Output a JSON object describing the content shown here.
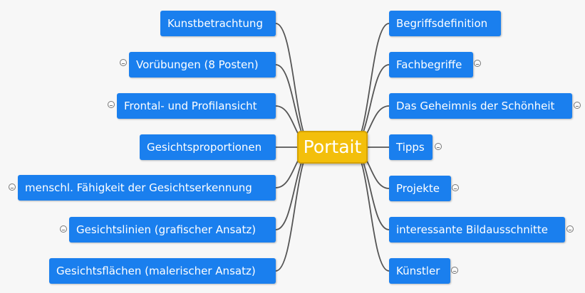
{
  "center": {
    "label": "Portait"
  },
  "colors": {
    "node": "#1a7fee",
    "center": "#f3bf0b",
    "link": "#555555",
    "background": "#f7f7f7"
  },
  "left_branches": [
    {
      "label": "Kunstbetrachtung",
      "marker": false
    },
    {
      "label": "Vorübungen (8 Posten)",
      "marker": true
    },
    {
      "label": "Frontal- und Profilansicht",
      "marker": true
    },
    {
      "label": "Gesichtsproportionen",
      "marker": false
    },
    {
      "label": "menschl. Fähigkeit der Gesichtserkennung",
      "marker": true
    },
    {
      "label": "Gesichtslinien (grafischer Ansatz)",
      "marker": true
    },
    {
      "label": "Gesichtsflächen (malerischer Ansatz)",
      "marker": false
    }
  ],
  "right_branches": [
    {
      "label": "Begriffsdefinition",
      "marker": false
    },
    {
      "label": "Fachbegriffe",
      "marker": true
    },
    {
      "label": "Das Geheimnis der Schönheit",
      "marker": true
    },
    {
      "label": "Tipps",
      "marker": true
    },
    {
      "label": "Projekte",
      "marker": true
    },
    {
      "label": "interessante Bildausschnitte",
      "marker": true
    },
    {
      "label": "Künstler",
      "marker": true
    }
  ],
  "marker_icon": "collapse-circle-icon"
}
